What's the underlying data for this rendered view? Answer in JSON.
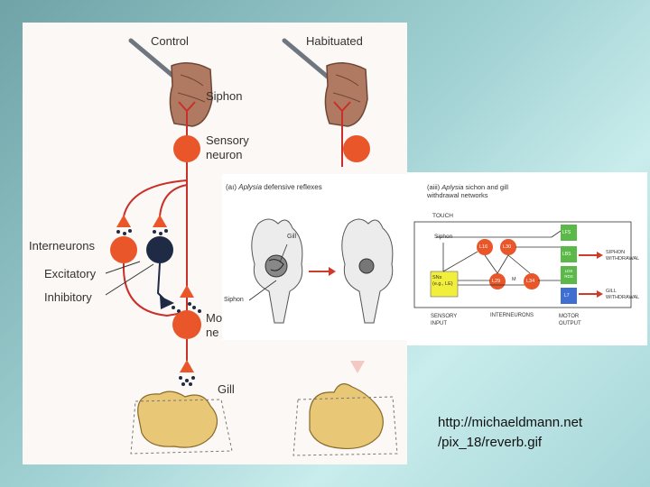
{
  "left_panel": {
    "col_control": "Control",
    "col_habituated": "Habituated",
    "labels": {
      "siphon": "Siphon",
      "sensory_line1": "Sensory",
      "sensory_line2": "neuron",
      "interneurons": "Interneurons",
      "excitatory": "Excitatory",
      "inhibitory": "Inhibitory",
      "motor_line1": "Mo",
      "motor_line2": "ne",
      "gill": "Gill"
    }
  },
  "inset_a": {
    "prefix": "(aı)",
    "italic": "Aplysia",
    "suffix": "defensive reflexes",
    "gill": "Gill",
    "siphon": "Siphon"
  },
  "inset_b": {
    "title_prefix": "(aiii)",
    "title_italic": "Aplysia",
    "title_suffix": "sichon and gill",
    "title_line2": "withdrawal networks",
    "touch": "TOUCH",
    "siphon": "Siphon",
    "sn_line1": "SNs",
    "sn_line2": "(e.g., LE)",
    "l16": "L16",
    "l30": "L30",
    "l29": "L29",
    "l34": "L34",
    "l_small": "M",
    "motor_boxes": [
      "LFS",
      "LBS",
      "LDS RDS",
      "L7"
    ],
    "siphon_out_line1": "SIPHON",
    "siphon_out_line2": "WITHDRAWAL",
    "gill_out_line1": "GILL",
    "gill_out_line2": "WITHDRAWAL",
    "sensory_line1": "SENSORY",
    "sensory_line2": "INPUT",
    "interneurons": "INTERNEURONS",
    "motor_line1": "MOTOR",
    "motor_line2": "OUTPUT"
  },
  "caption": {
    "line1": "http://michaeldmann.net",
    "line2": "/pix_18/reverb.gif"
  },
  "colors": {
    "neuron": "#e8562a",
    "axon": "#c9302a",
    "inhibitory": "#1f2a44",
    "skin": "#b07a62",
    "gill": "#e8c876",
    "motor_green": "#5ab948",
    "motor_blue": "#3f6fd0",
    "sn_yellow": "#f2ee3c"
  }
}
